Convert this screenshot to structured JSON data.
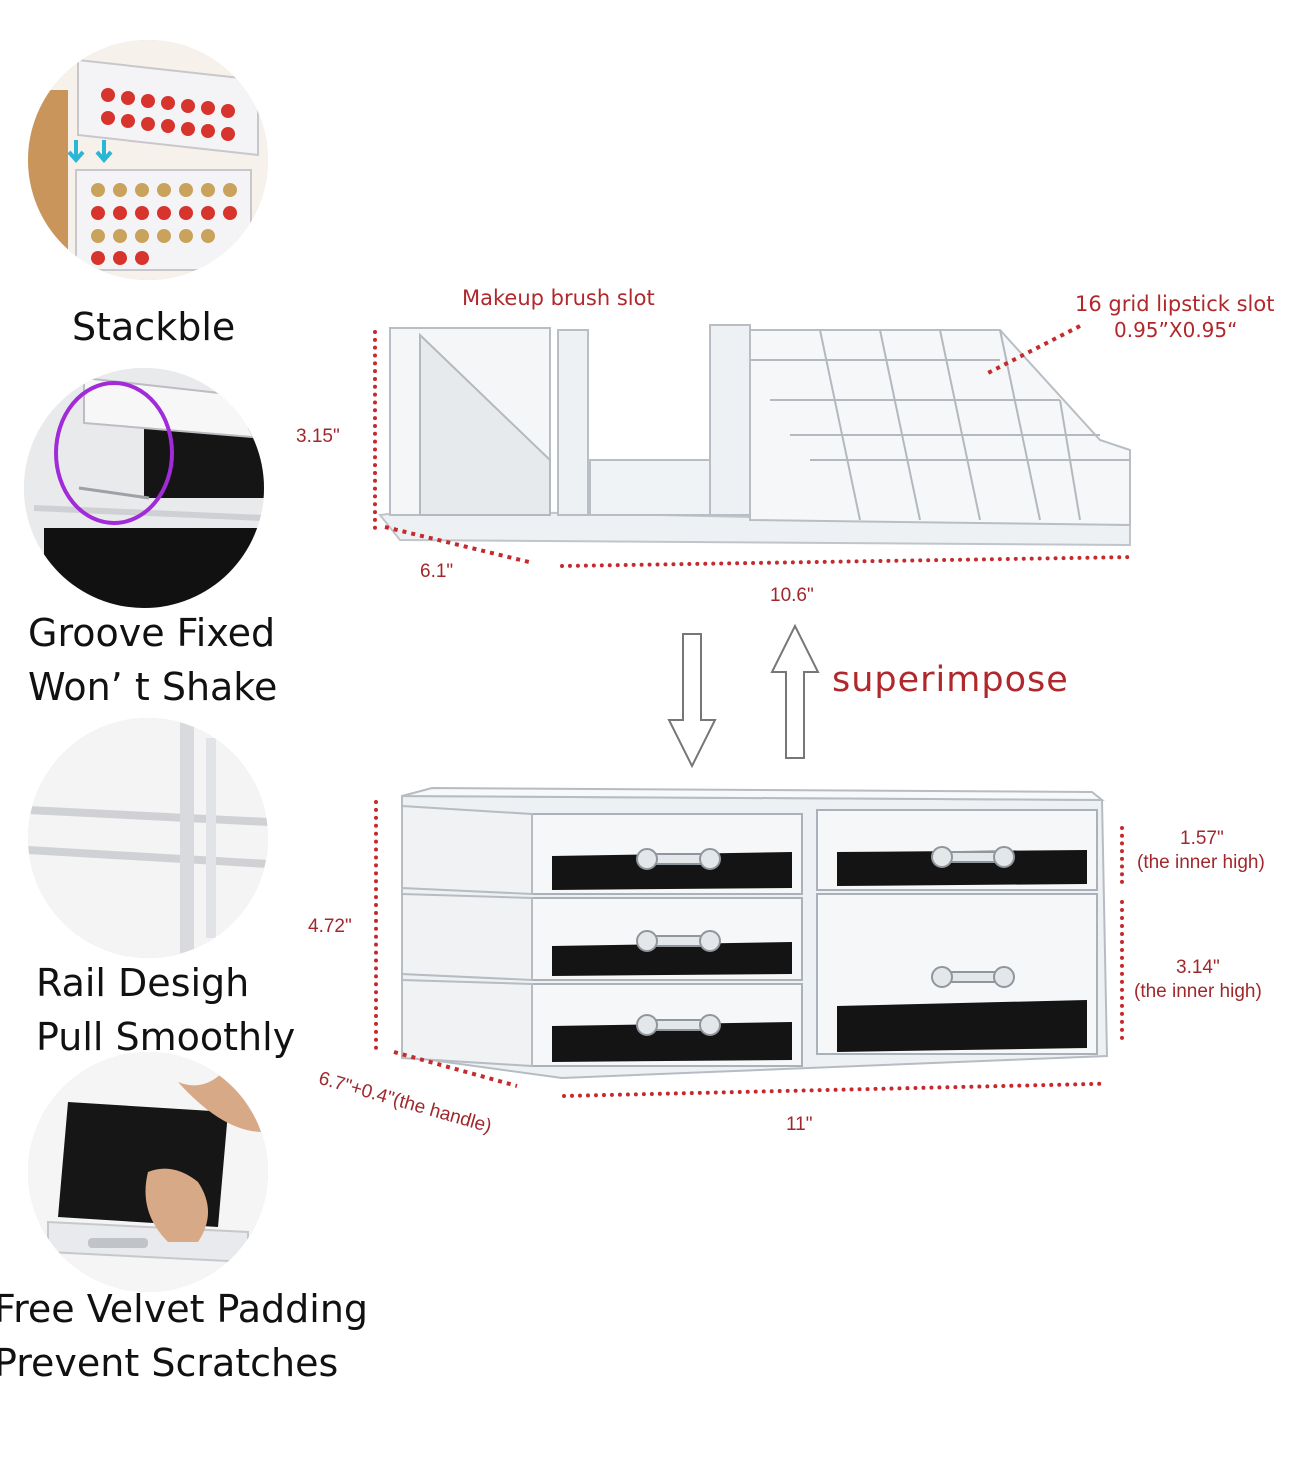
{
  "features": [
    {
      "id": "stackable",
      "caption_lines": [
        "Stackble"
      ],
      "photo_icon": "stacked-lipstick-trays-photo"
    },
    {
      "id": "groove",
      "caption_lines": [
        "Groove Fixed",
        "Won’ t Shake"
      ],
      "photo_icon": "groove-closeup-photo"
    },
    {
      "id": "rail",
      "caption_lines": [
        "Rail Desigh",
        "Pull Smoothly"
      ],
      "photo_icon": "rail-closeup-photo"
    },
    {
      "id": "velvet",
      "caption_lines": [
        "Free Velvet Padding",
        "Prevent Scratches"
      ],
      "photo_icon": "velvet-padding-photo"
    }
  ],
  "top_organizer": {
    "brush_slot_label": "Makeup brush slot",
    "lipstick_slot_label": "16 grid lipstick slot",
    "lipstick_slot_size": "0.95”X0.95“",
    "height": "3.15\"",
    "depth": "6.1\"",
    "width": "10.6\""
  },
  "superimpose_label": "superimpose",
  "drawer_unit": {
    "height": "4.72\"",
    "small_drawer_inner": "1.57\"",
    "small_drawer_inner_note": "(the inner high)",
    "large_drawer_inner": "3.14\"",
    "large_drawer_inner_note": "(the inner high)",
    "depth": "6.7\"+0.4\"(the handle)",
    "width": "11\""
  },
  "colors": {
    "dimension_red": "#c42a2e",
    "caption_black": "#111111",
    "acrylic": "#e9edf0",
    "velvet": "#111111"
  }
}
